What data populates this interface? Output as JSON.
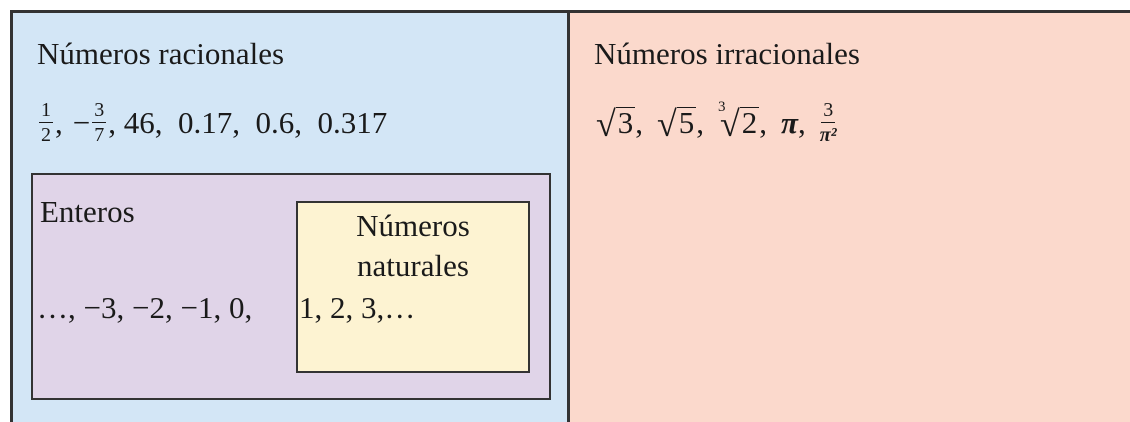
{
  "rational": {
    "title": "Números racionales",
    "frac1": {
      "num": "1",
      "den": "2"
    },
    "sep1": ",",
    "neg": "−",
    "frac2": {
      "num": "3",
      "den": "7"
    },
    "rest": ", 46,  0.17,  0.6,  0.317"
  },
  "integers": {
    "title": "Enteros",
    "values": "…, −3, −2, −1, 0, "
  },
  "naturals": {
    "title_line1": "Números",
    "title_line2": "naturales",
    "values": "1, 2, 3,…"
  },
  "irrational": {
    "title": "Números irracionales",
    "root1": "3",
    "root2": "5",
    "root3": {
      "index": "3",
      "radicand": "2"
    },
    "sep": ",",
    "pi": "π",
    "frac": {
      "num": "3",
      "den": "π²"
    }
  },
  "colors": {
    "rational_bg": "#d3e6f6",
    "irrational_bg": "#fbd9cc",
    "integers_bg": "#e0d4e8",
    "naturals_bg": "#fdf3d2"
  }
}
